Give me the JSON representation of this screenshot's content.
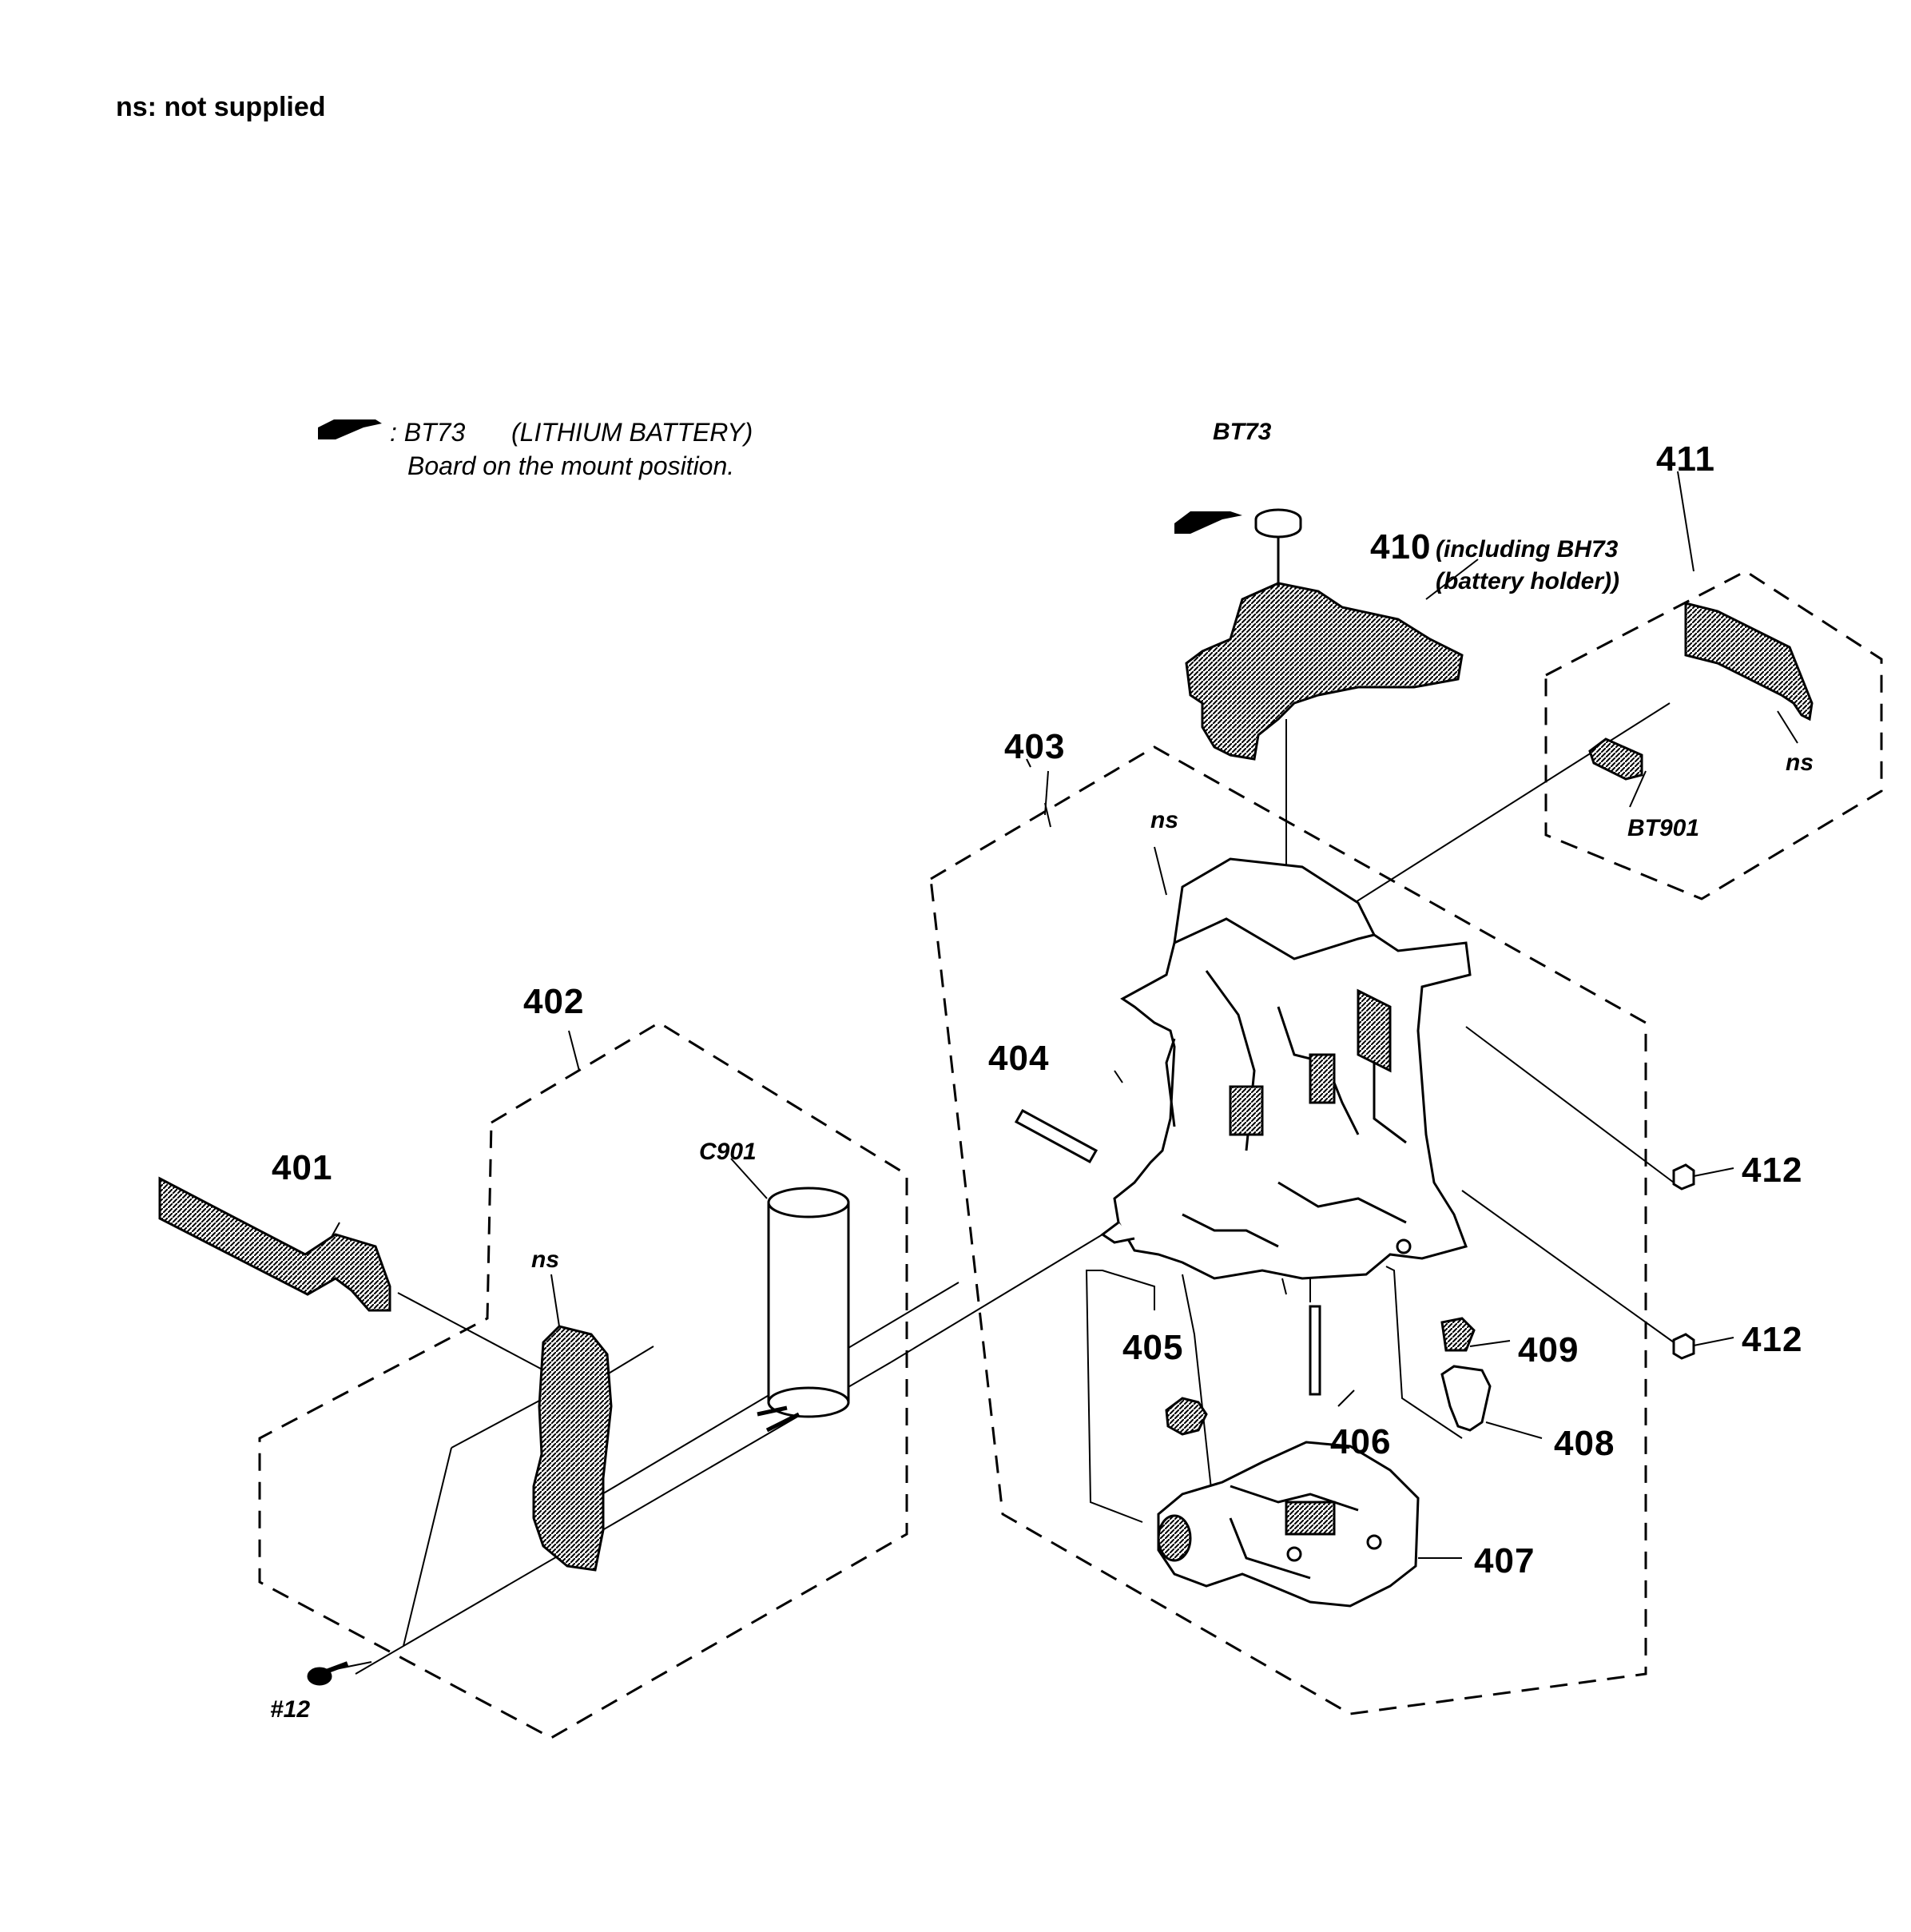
{
  "note": "ns: not supplied",
  "legend": {
    "line1_ref": ": BT73",
    "line1_desc": "(LITHIUM BATTERY)",
    "line2": "Board on the mount position."
  },
  "labels": {
    "bt73_top": "BT73",
    "p410": "410",
    "p410_note_1": "(including BH73",
    "p410_note_2": "(battery holder))",
    "p411": "411",
    "ns_411": "ns",
    "bt901": "BT901",
    "p403": "403",
    "ns_403": "ns",
    "p402": "402",
    "p404": "404",
    "p401": "401",
    "c901": "C901",
    "ns_402": "ns",
    "p412a": "412",
    "p412b": "412",
    "p409": "409",
    "p408": "408",
    "p405": "405",
    "p406": "406",
    "p407": "407",
    "screw": "#12"
  }
}
